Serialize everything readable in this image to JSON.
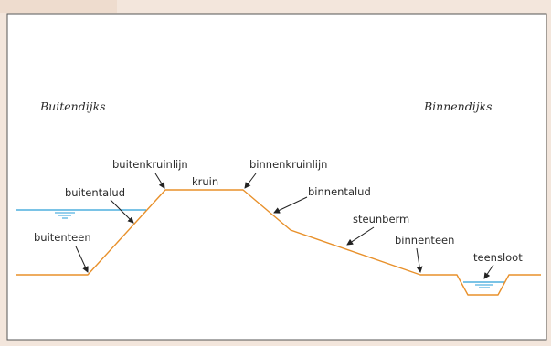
{
  "diagram": {
    "colors": {
      "page_background": "#f3e6dc",
      "panel_background": "#ffffff",
      "panel_border": "#555555",
      "dike_profile": "#e8902a",
      "water": "#2a9fd8",
      "arrow": "#222222"
    },
    "side_labels": {
      "outside": "Buitendijks",
      "inside": "Binnendijks"
    },
    "part_labels": {
      "buitenkruinlijn": "buitenkruinlijn",
      "kruin": "kruin",
      "binnenkruinlijn": "binnenkruinlijn",
      "buitentalud": "buitentalud",
      "binnentalud": "binnentalud",
      "steunberm": "steunberm",
      "buitenteen": "buitenteen",
      "binnenteen": "binnenteen",
      "teensloot": "teensloot"
    }
  }
}
